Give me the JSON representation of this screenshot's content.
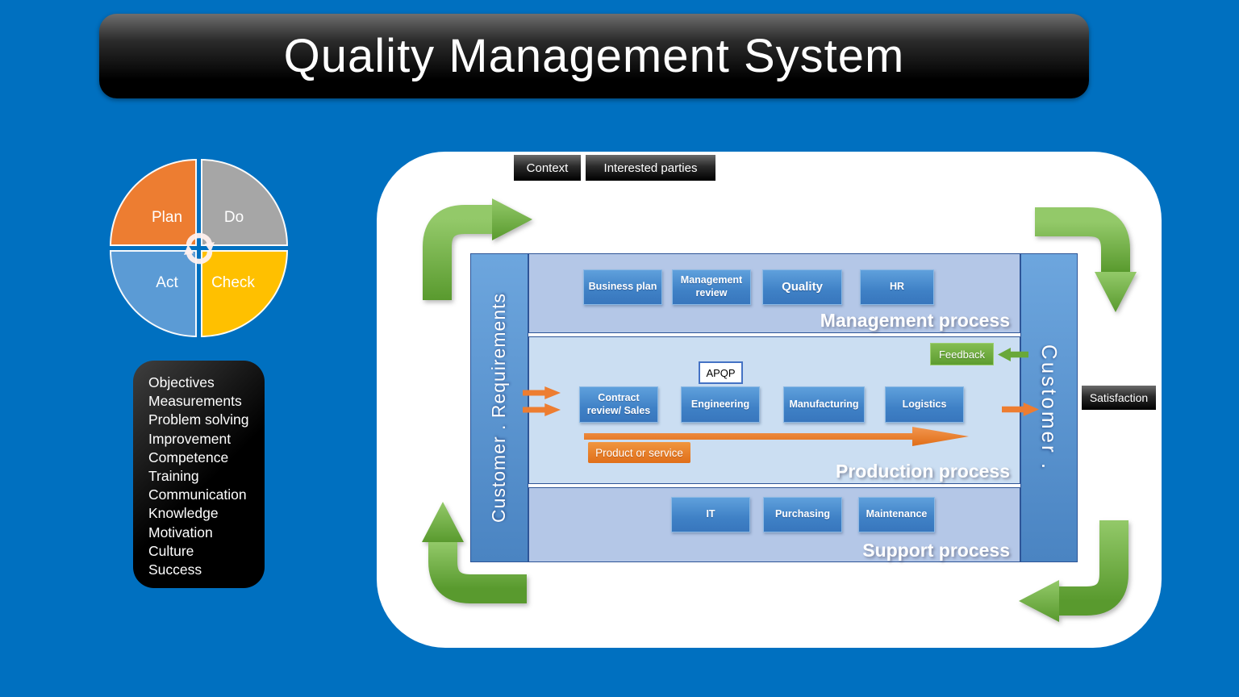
{
  "title": "Quality Management System",
  "colors": {
    "background": "#0070C0",
    "pdca_plan": "#ED7D31",
    "pdca_do": "#A6A6A6",
    "pdca_act": "#5B9BD5",
    "pdca_check": "#FFC000",
    "flow_green": "#70AD47",
    "flow_orange": "#ED7D31",
    "section_light": "#B4C7E7",
    "section_lighter": "#CBDEF2"
  },
  "pdca": {
    "plan": "Plan",
    "do": "Do",
    "act": "Act",
    "check": "Check"
  },
  "topics": [
    "Objectives",
    "Measurements",
    "Problem solving",
    "Improvement",
    "Competence",
    "Training",
    "Communication",
    "Knowledge",
    "Motivation",
    "Culture",
    "Success"
  ],
  "context": {
    "context_label": "Context",
    "interested_parties_label": "Interested parties"
  },
  "diagram": {
    "left_bar": "Customer . Requirements",
    "right_bar": "Customer .",
    "satisfaction_label": "Satisfaction",
    "management": {
      "title": "Management process",
      "boxes": [
        "Business plan",
        "Management review",
        "Quality",
        "HR"
      ]
    },
    "production": {
      "title": "Production process",
      "boxes": [
        "Contract review/ Sales",
        "Engineering",
        "Manufacturing",
        "Logistics"
      ],
      "apqp": "APQP",
      "feedback": "Feedback",
      "product_or_service": "Product or service"
    },
    "support": {
      "title": "Support process",
      "boxes": [
        "IT",
        "Purchasing",
        "Maintenance"
      ]
    }
  }
}
